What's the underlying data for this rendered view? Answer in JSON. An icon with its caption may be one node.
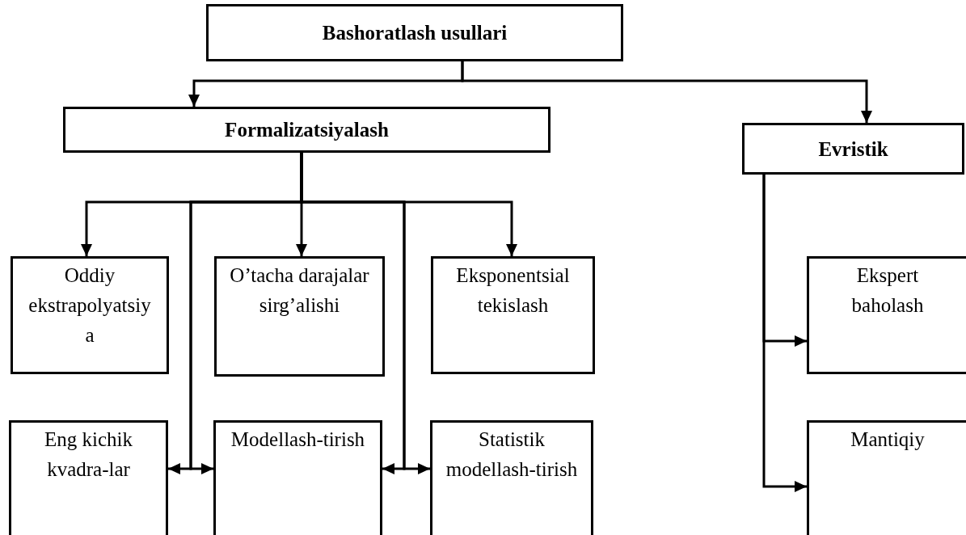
{
  "diagram": {
    "nodes": [
      {
        "text": [
          "Bashoratlash usullari"
        ]
      },
      {
        "text": [
          "Formalizatsiyalash"
        ]
      },
      {
        "text": [
          "Evristik"
        ]
      },
      {
        "text": [
          "Oddiy ekstrapolyatsiya"
        ]
      },
      {
        "text": [
          "O’tacha darajalar sirg’alishi"
        ]
      },
      {
        "text": [
          "Eksponentsial tekislash"
        ]
      },
      {
        "text": [
          "Ekspert baholash"
        ]
      },
      {
        "text": [
          "Eng kichik kvadra-lar"
        ]
      },
      {
        "text": [
          "Modellash-tirish"
        ]
      },
      {
        "text": [
          "Statistik modellash-tirish"
        ]
      },
      {
        "text": [
          "Mantiqiy"
        ]
      }
    ],
    "edges": [
      {
        "from": 0,
        "to": 1,
        "arrow": "to"
      },
      {
        "from": 0,
        "to": 2,
        "arrow": "to"
      },
      {
        "from": 1,
        "to": 3,
        "arrow": "to"
      },
      {
        "from": 1,
        "to": 4,
        "arrow": "to"
      },
      {
        "from": 1,
        "to": 5,
        "arrow": "to"
      },
      {
        "from": 1,
        "to": 7,
        "arrow": "to"
      },
      {
        "from": 1,
        "to": 8,
        "arrow": "to"
      },
      {
        "from": 1,
        "to": 8,
        "arrow": "to"
      },
      {
        "from": 1,
        "to": 9,
        "arrow": "to"
      },
      {
        "from": 2,
        "to": 6,
        "arrow": "to"
      },
      {
        "from": 2,
        "to": 10,
        "arrow": "to"
      }
    ]
  }
}
